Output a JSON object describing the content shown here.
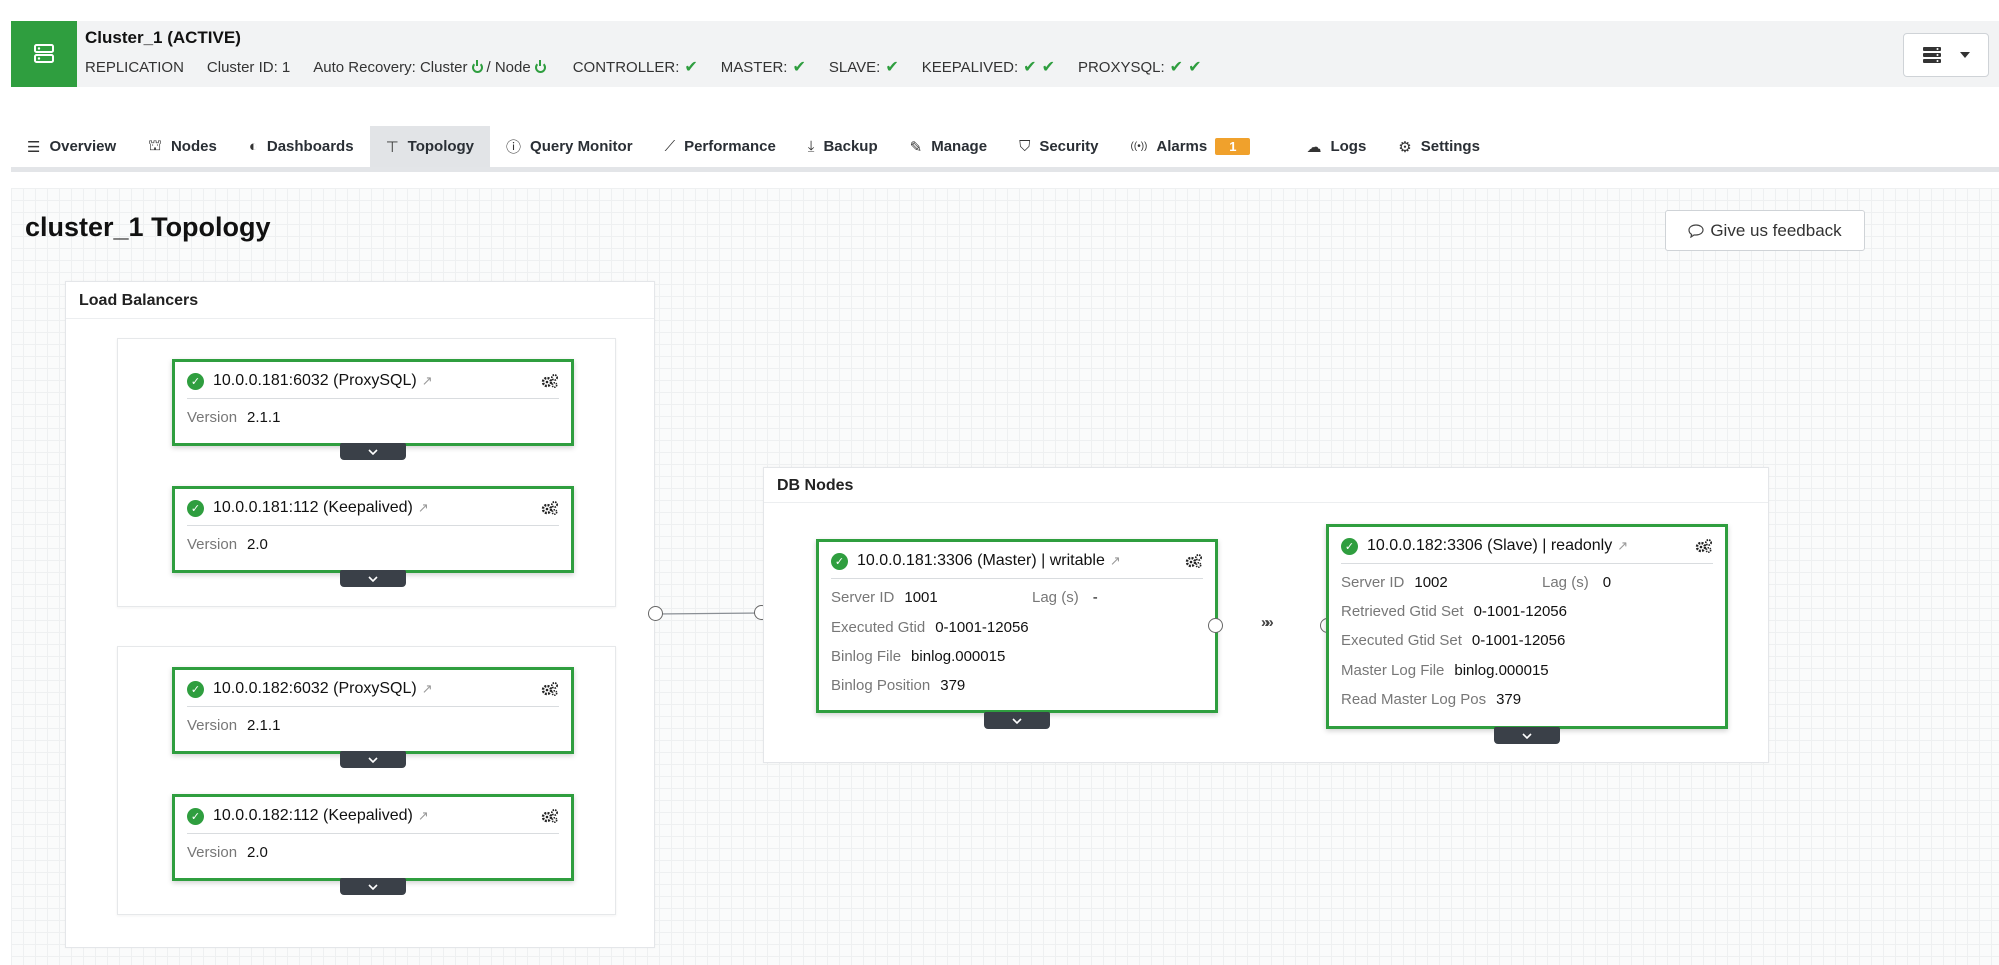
{
  "header": {
    "cluster_title": "Cluster_1 (ACTIVE)",
    "type": "REPLICATION",
    "cluster_id": "Cluster ID: 1",
    "auto_recovery_label": "Auto Recovery: Cluster",
    "auto_recovery_node": "/ Node",
    "controller": "CONTROLLER:",
    "master": "MASTER:",
    "slave": "SLAVE:",
    "keepalived": "KEEPALIVED:",
    "proxysql": "PROXYSQL:",
    "check_glyph": "✔",
    "icon": "server-icon",
    "accent_color": "#2f9e3f"
  },
  "tabs": [
    {
      "label": "Overview",
      "icon": "☰"
    },
    {
      "label": "Nodes",
      "icon": "⛫"
    },
    {
      "label": "Dashboards",
      "icon": "◐"
    },
    {
      "label": "Topology",
      "icon": "⊤"
    },
    {
      "label": "Query Monitor",
      "icon": "ⓘ"
    },
    {
      "label": "Performance",
      "icon": "⟋"
    },
    {
      "label": "Backup",
      "icon": "⤓"
    },
    {
      "label": "Manage",
      "icon": "✎"
    },
    {
      "label": "Security",
      "icon": "⛉"
    },
    {
      "label": "Alarms",
      "icon": "((•))",
      "badge": "1"
    },
    {
      "label": "Logs",
      "icon": "☁"
    },
    {
      "label": "Settings",
      "icon": "⚙"
    }
  ],
  "active_tab": "Topology",
  "page_title": "cluster_1 Topology",
  "feedback_label": "Give us feedback",
  "load_balancers": {
    "title": "Load Balancers",
    "nodes": [
      {
        "name": "10.0.0.181:6032 (ProxySQL)",
        "rows": [
          {
            "label": "Version",
            "value": "2.1.1"
          }
        ]
      },
      {
        "name": "10.0.0.181:112 (Keepalived)",
        "rows": [
          {
            "label": "Version",
            "value": "2.0"
          }
        ]
      },
      {
        "name": "10.0.0.182:6032 (ProxySQL)",
        "rows": [
          {
            "label": "Version",
            "value": "2.1.1"
          }
        ]
      },
      {
        "name": "10.0.0.182:112 (Keepalived)",
        "rows": [
          {
            "label": "Version",
            "value": "2.0"
          }
        ]
      }
    ]
  },
  "db_nodes": {
    "title": "DB Nodes",
    "master": {
      "name": "10.0.0.181:3306 (Master) | writable",
      "server_id_label": "Server ID",
      "server_id": "1001",
      "lag_label": "Lag (s)",
      "lag": "-",
      "rows": [
        {
          "label": "Executed Gtid",
          "value": "0-1001-12056"
        },
        {
          "label": "Binlog File",
          "value": "binlog.000015"
        },
        {
          "label": "Binlog Position",
          "value": "379"
        }
      ]
    },
    "slave": {
      "name": "10.0.0.182:3306 (Slave) | readonly",
      "server_id_label": "Server ID",
      "server_id": "1002",
      "lag_label": "Lag (s)",
      "lag": "0",
      "rows": [
        {
          "label": "Retrieved Gtid Set",
          "value": "0-1001-12056"
        },
        {
          "label": "Executed Gtid Set",
          "value": "0-1001-12056"
        },
        {
          "label": "Master Log File",
          "value": "binlog.000015"
        },
        {
          "label": "Read Master Log Pos",
          "value": "379"
        }
      ]
    }
  }
}
